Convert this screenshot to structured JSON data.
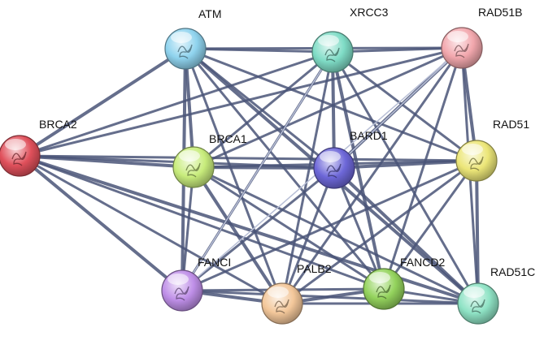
{
  "network": {
    "nodes": [
      {
        "id": "ATM",
        "label": "ATM",
        "color": "#8fd3ee"
      },
      {
        "id": "XRCC3",
        "label": "XRCC3",
        "color": "#7fdcc6"
      },
      {
        "id": "RAD51B",
        "label": "RAD51B",
        "color": "#f2a7ad"
      },
      {
        "id": "BRCA2",
        "label": "BRCA2",
        "color": "#e0505b"
      },
      {
        "id": "BRCA1",
        "label": "BRCA1",
        "color": "#c8ec7c"
      },
      {
        "id": "BARD1",
        "label": "BARD1",
        "color": "#6d67d8"
      },
      {
        "id": "RAD51",
        "label": "RAD51",
        "color": "#ece678"
      },
      {
        "id": "FANCI",
        "label": "FANCI",
        "color": "#bf8fe8"
      },
      {
        "id": "PALB2",
        "label": "PALB2",
        "color": "#f3c79a"
      },
      {
        "id": "FANCD2",
        "label": "FANCD2",
        "color": "#94d35d"
      },
      {
        "id": "RAD51C",
        "label": "RAD51C",
        "color": "#8fe3c5"
      }
    ],
    "edges": [
      [
        "BRCA2",
        "ATM"
      ],
      [
        "BRCA2",
        "XRCC3"
      ],
      [
        "BRCA2",
        "RAD51B"
      ],
      [
        "BRCA2",
        "BRCA1"
      ],
      [
        "BRCA2",
        "BARD1"
      ],
      [
        "BRCA2",
        "RAD51"
      ],
      [
        "BRCA2",
        "FANCI"
      ],
      [
        "BRCA2",
        "PALB2"
      ],
      [
        "BRCA2",
        "FANCD2"
      ],
      [
        "BRCA2",
        "RAD51C"
      ],
      [
        "ATM",
        "XRCC3"
      ],
      [
        "ATM",
        "RAD51B"
      ],
      [
        "ATM",
        "BRCA1"
      ],
      [
        "ATM",
        "BARD1"
      ],
      [
        "ATM",
        "RAD51"
      ],
      [
        "ATM",
        "FANCI"
      ],
      [
        "ATM",
        "PALB2"
      ],
      [
        "ATM",
        "FANCD2"
      ],
      [
        "ATM",
        "RAD51C"
      ],
      [
        "XRCC3",
        "RAD51B"
      ],
      [
        "XRCC3",
        "BRCA1"
      ],
      [
        "XRCC3",
        "BARD1"
      ],
      [
        "XRCC3",
        "RAD51"
      ],
      [
        "XRCC3",
        "PALB2"
      ],
      [
        "XRCC3",
        "FANCD2"
      ],
      [
        "XRCC3",
        "RAD51C"
      ],
      [
        "XRCC3",
        "FANCI"
      ],
      [
        "RAD51B",
        "RAD51"
      ],
      [
        "RAD51B",
        "RAD51C"
      ],
      [
        "RAD51B",
        "BRCA1"
      ],
      [
        "RAD51B",
        "BARD1"
      ],
      [
        "RAD51B",
        "PALB2"
      ],
      [
        "RAD51B",
        "FANCD2"
      ],
      [
        "BRCA1",
        "BARD1"
      ],
      [
        "BRCA1",
        "RAD51"
      ],
      [
        "BRCA1",
        "FANCI"
      ],
      [
        "BRCA1",
        "PALB2"
      ],
      [
        "BRCA1",
        "FANCD2"
      ],
      [
        "BRCA1",
        "RAD51C"
      ],
      [
        "BARD1",
        "RAD51"
      ],
      [
        "BARD1",
        "PALB2"
      ],
      [
        "BARD1",
        "FANCD2"
      ],
      [
        "BARD1",
        "RAD51C"
      ],
      [
        "BARD1",
        "FANCI"
      ],
      [
        "RAD51",
        "PALB2"
      ],
      [
        "RAD51",
        "RAD51C"
      ],
      [
        "RAD51",
        "FANCD2"
      ],
      [
        "RAD51",
        "FANCI"
      ],
      [
        "FANCI",
        "PALB2"
      ],
      [
        "FANCI",
        "FANCD2"
      ],
      [
        "FANCI",
        "RAD51C"
      ],
      [
        "PALB2",
        "FANCD2"
      ],
      [
        "PALB2",
        "RAD51C"
      ],
      [
        "FANCD2",
        "RAD51C"
      ]
    ],
    "faint_edges": [
      [
        "XRCC3",
        "FANCI"
      ],
      [
        "RAD51B",
        "FANCI"
      ],
      [
        "BARD1",
        "RAD51B"
      ]
    ],
    "edge_color": "#4a5578"
  }
}
